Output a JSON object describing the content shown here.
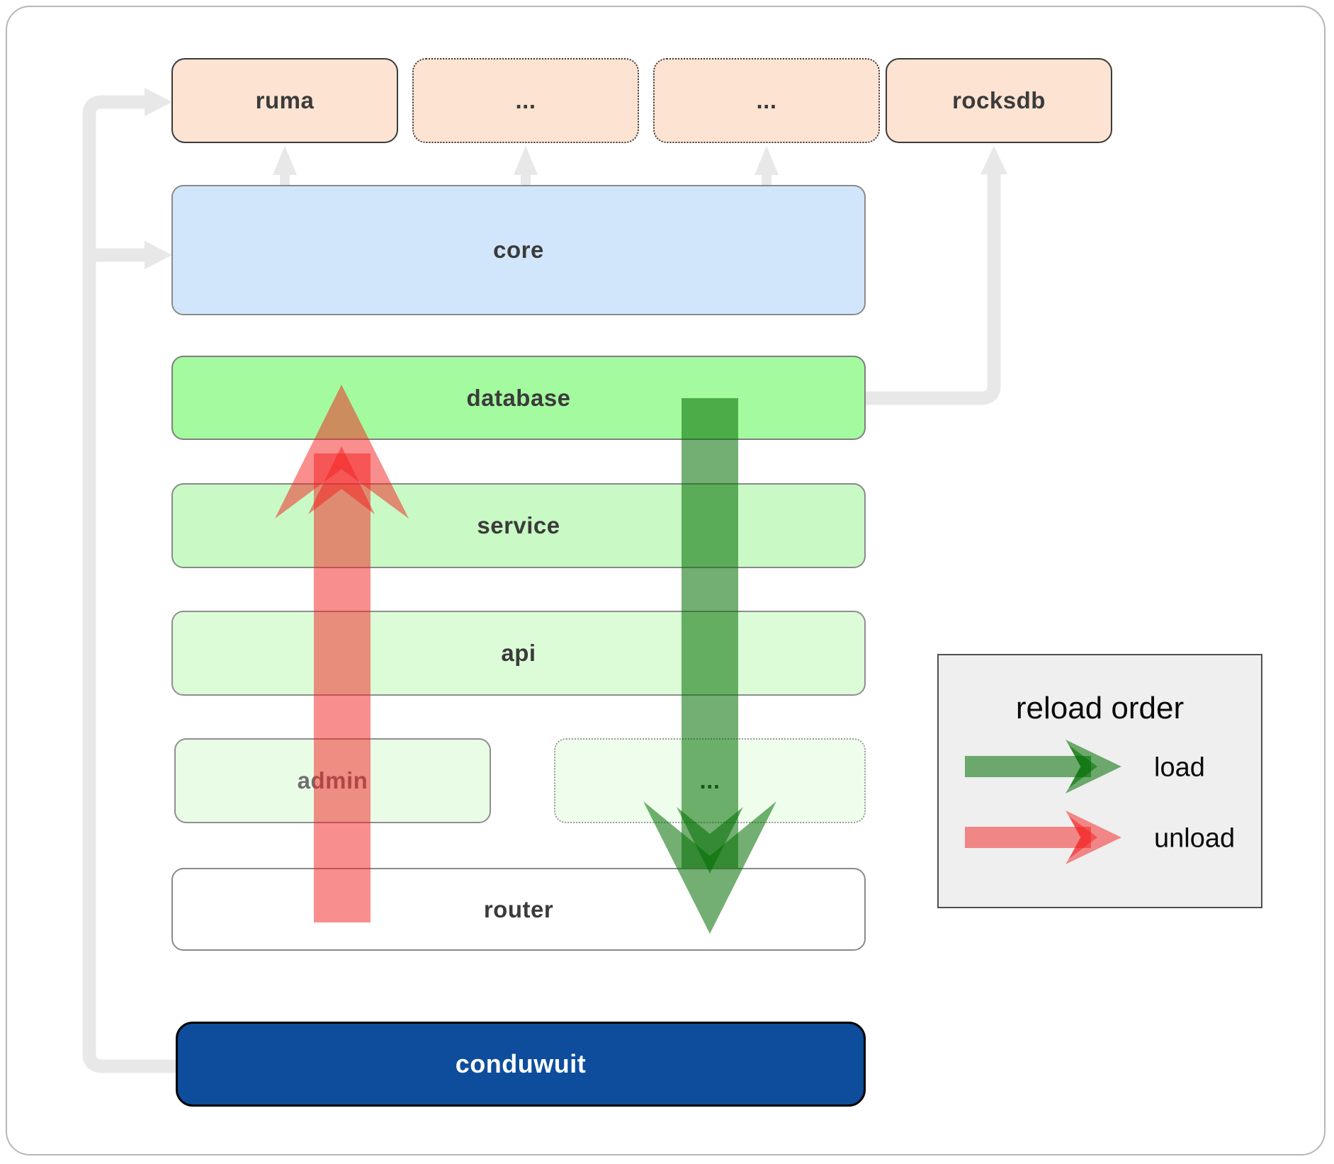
{
  "diagram": {
    "top_row": {
      "ruma": "ruma",
      "extra1": "...",
      "extra2": "...",
      "rocksdb": "rocksdb"
    },
    "layers": {
      "core": "core",
      "database": "database",
      "service": "service",
      "api": "api",
      "admin": "admin",
      "admin_extra": "...",
      "router": "router",
      "conduwuit": "conduwuit"
    },
    "legend": {
      "title": "reload order",
      "load_label": "load",
      "unload_label": "unload"
    },
    "colors": {
      "peach_fill": "#fce3d2",
      "core_fill": "#d2e6fb",
      "database_fill": "#a4fa9f",
      "service_fill": "#c9f9c4",
      "api_fill": "#dcfcd8",
      "admin_fill": "#e9fde6",
      "admin_extra_fill": "#effeec",
      "router_fill": "#ffffff",
      "conduwuit_fill": "#0d4d9c",
      "legend_fill": "#efefef",
      "connector_gray": "#e8e8e8",
      "load_arrow": "rgba(0,110,0,0.55)",
      "unload_arrow": "rgba(243,30,30,0.5)"
    }
  }
}
